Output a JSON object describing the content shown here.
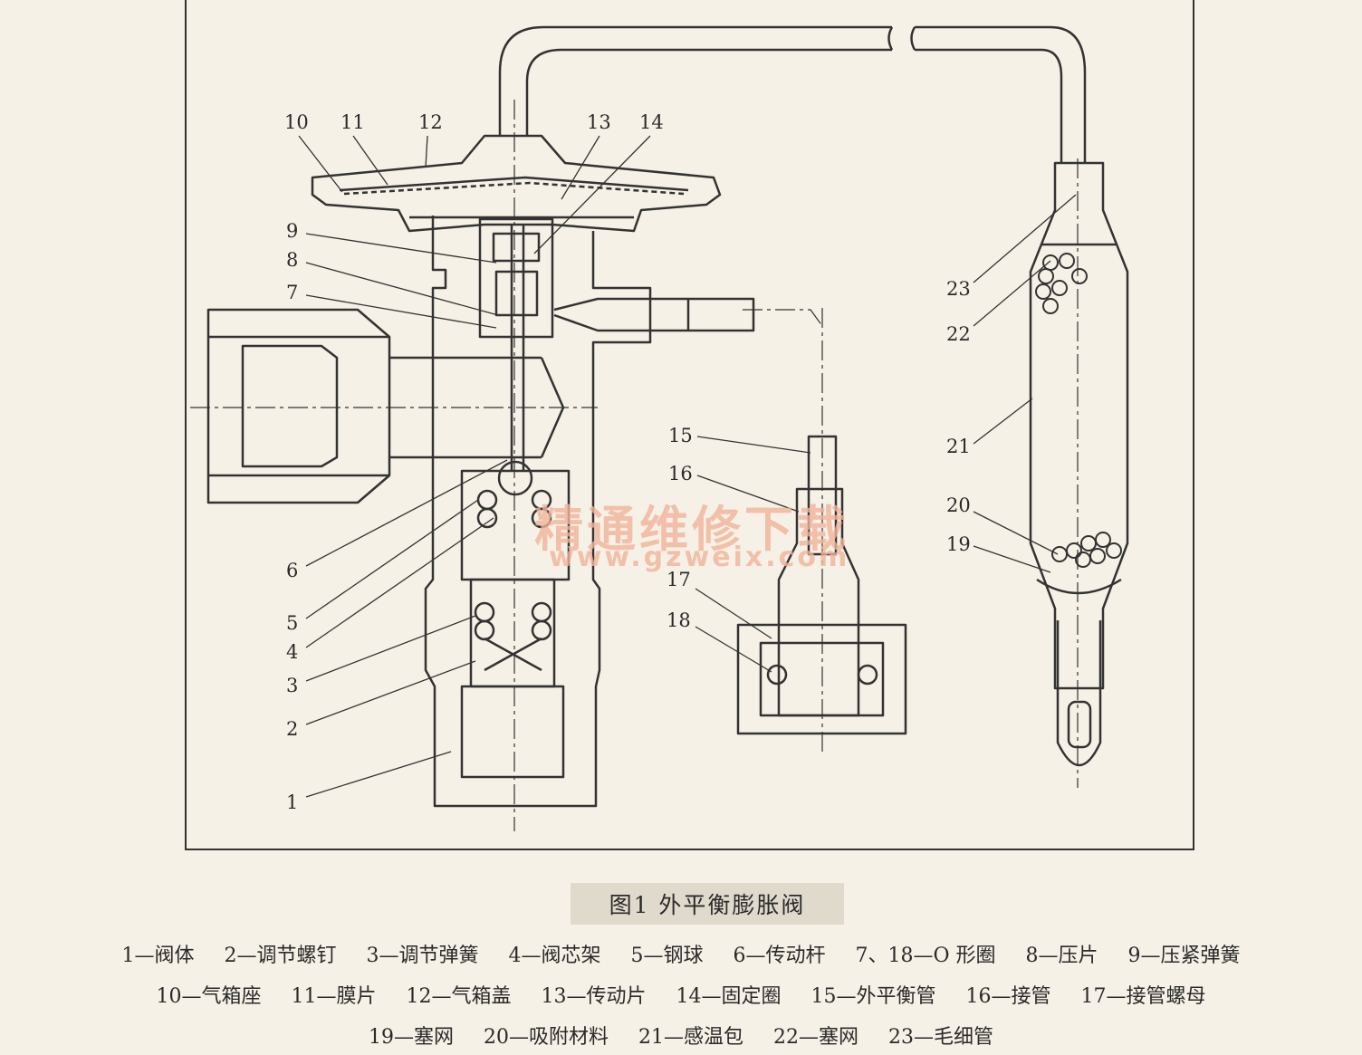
{
  "figure": {
    "callouts": [
      "1",
      "2",
      "3",
      "4",
      "5",
      "6",
      "7",
      "8",
      "9",
      "10",
      "11",
      "12",
      "13",
      "14",
      "15",
      "16",
      "17",
      "18",
      "19",
      "20",
      "21",
      "22",
      "23"
    ]
  },
  "watermark": {
    "text": "精通维修下载",
    "url": "www.gzweix.com"
  },
  "caption": "图1  外平衡膨胀阀",
  "legend": [
    [
      "1—阀体",
      "2—调节螺钉",
      "3—调节弹簧",
      "4—阀芯架",
      "5—钢球",
      "6—传动杆",
      "7、18—O 形圈",
      "8—压片",
      "9—压紧弹簧"
    ],
    [
      "10—气箱座",
      "11—膜片",
      "12—气箱盖",
      "13—传动片",
      "14—固定圈",
      "15—外平衡管",
      "16—接管",
      "17—接管螺母"
    ],
    [
      "19—塞网",
      "20—吸附材料",
      "21—感温包",
      "22—塞网",
      "23—毛细管"
    ]
  ]
}
